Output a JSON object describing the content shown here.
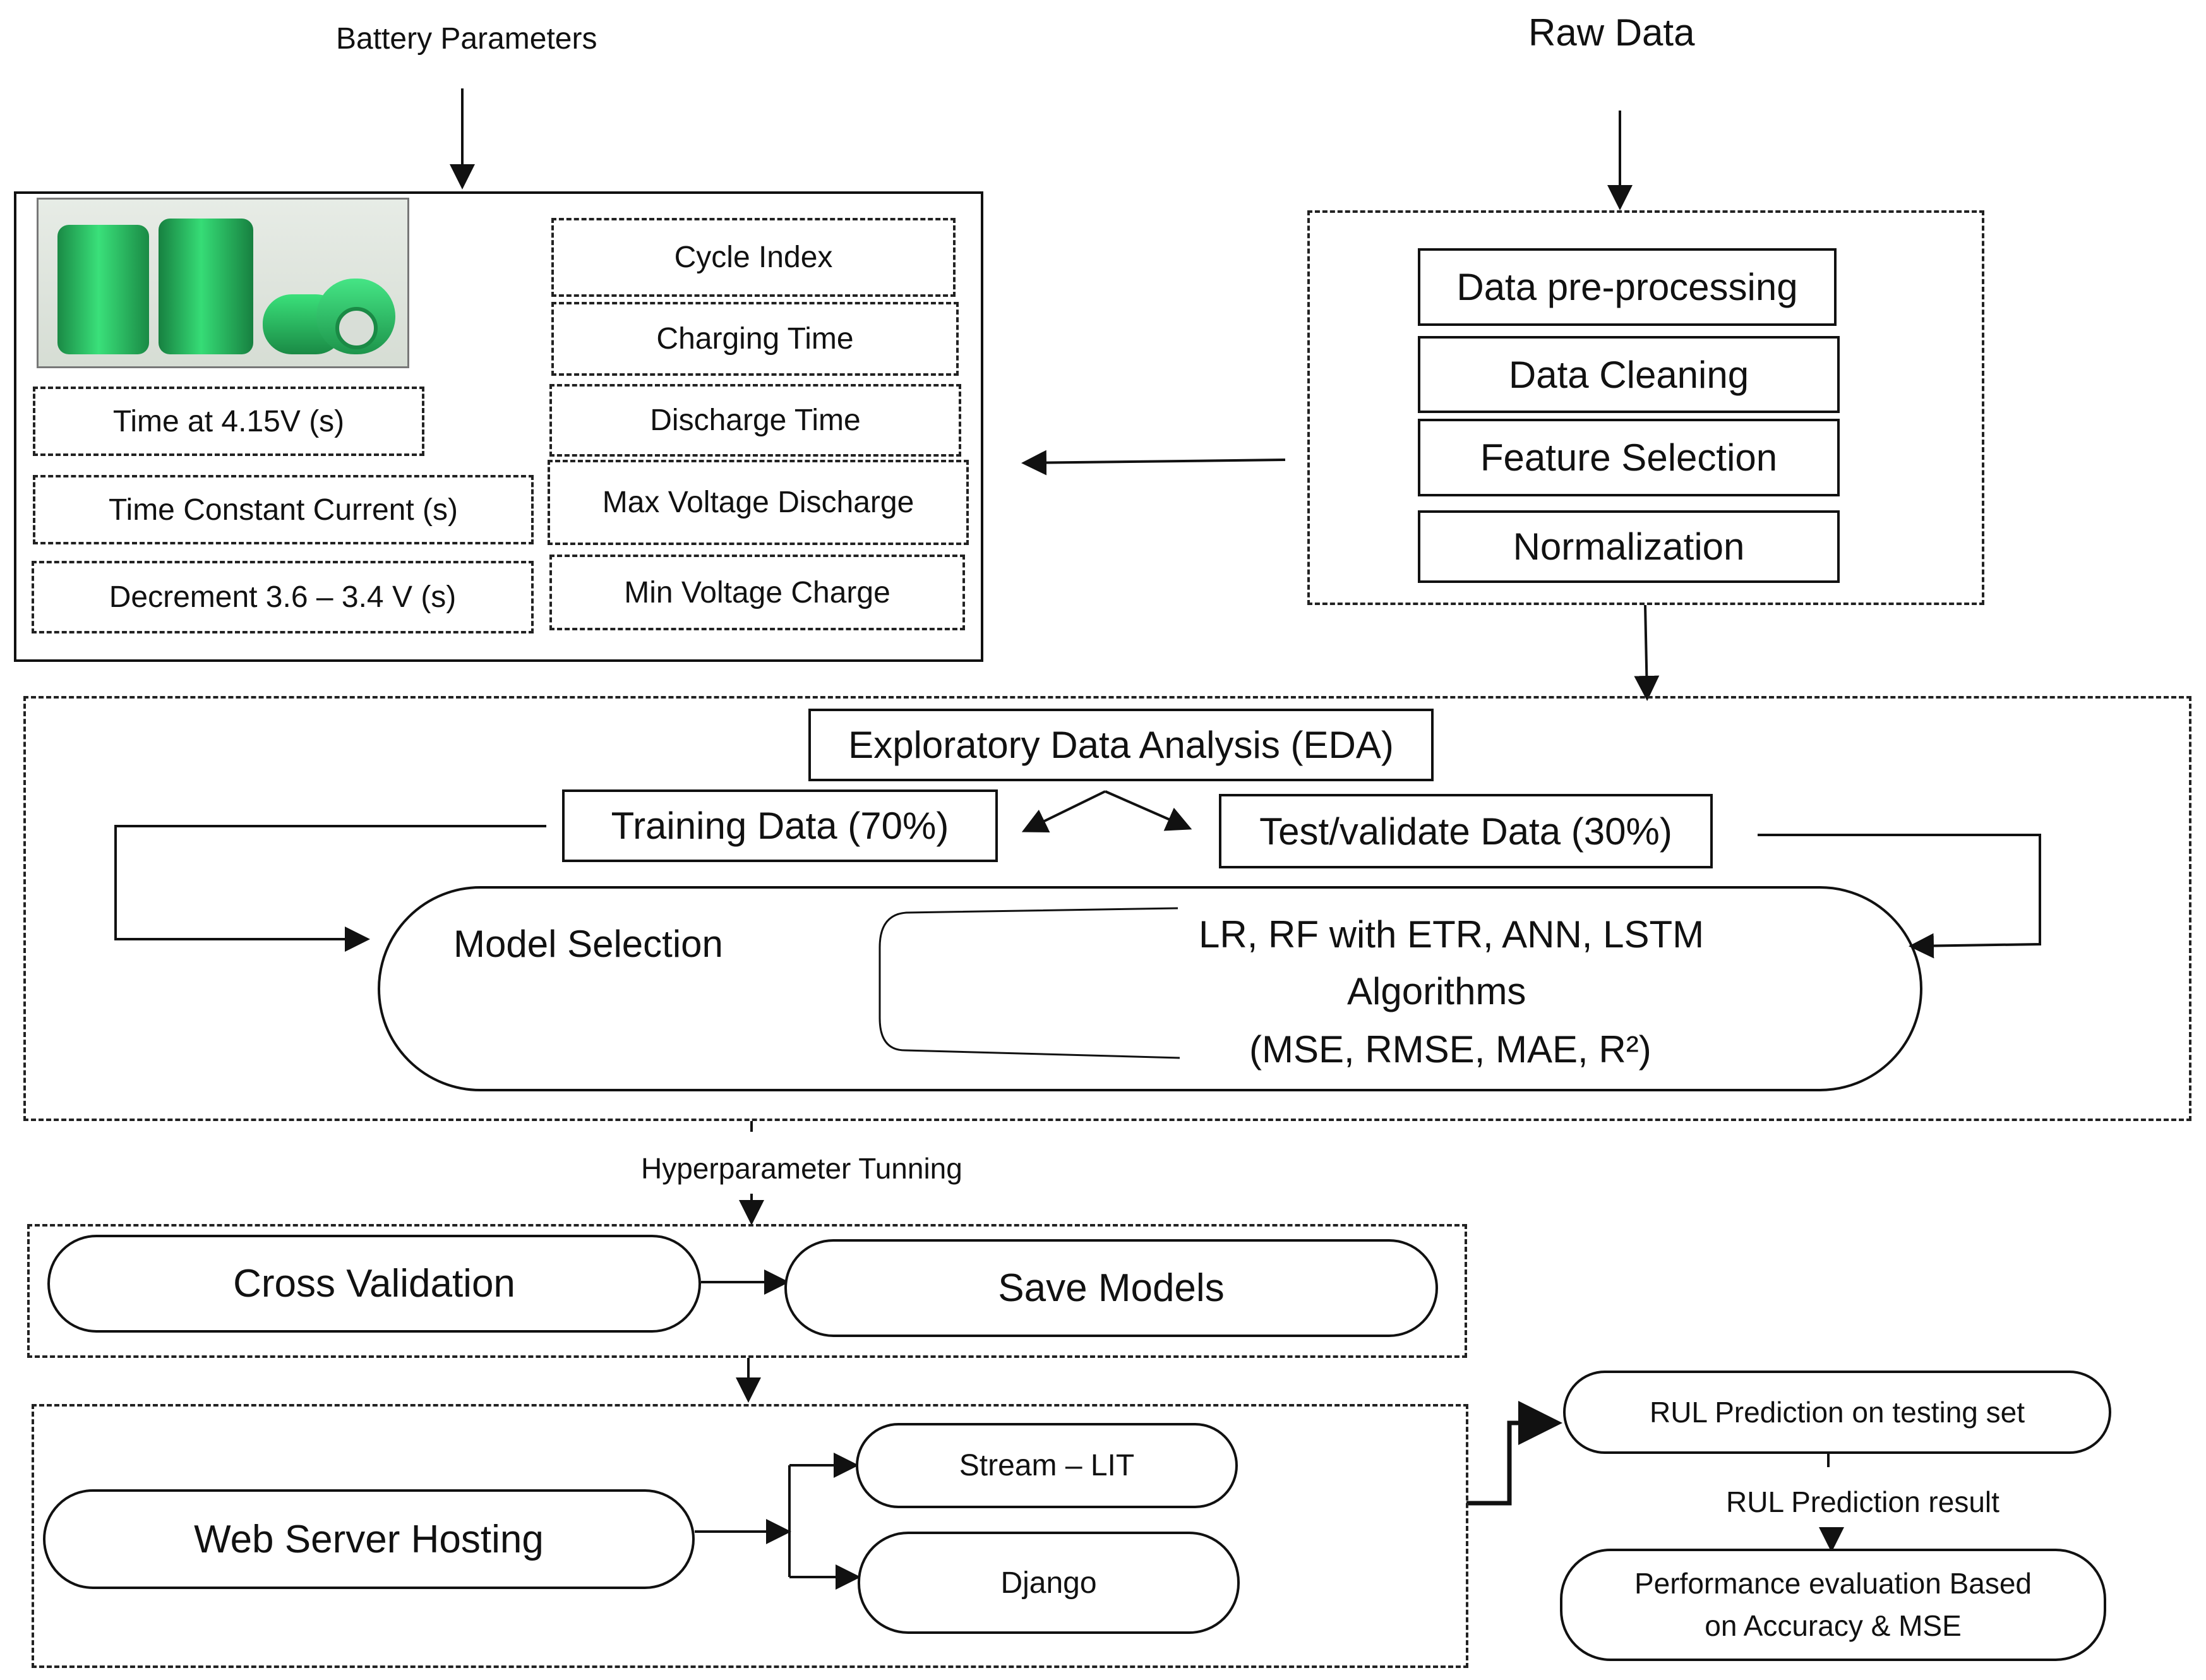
{
  "inputs": {
    "battery_parameters": "Battery Parameters",
    "raw_data": "Raw Data"
  },
  "battery_panel": {
    "left_params": [
      "Time at 4.15V (s)",
      "Time Constant Current (s)",
      "Decrement 3.6 – 3.4 V (s)"
    ],
    "right_params": [
      "Cycle Index",
      "Charging Time",
      "Discharge Time",
      "Max Voltage Discharge",
      "Min Voltage Charge"
    ]
  },
  "preprocessing": {
    "steps": [
      "Data pre-processing",
      "Data Cleaning",
      "Feature Selection",
      "Normalization"
    ]
  },
  "modeling": {
    "eda": "Exploratory Data Analysis (EDA)",
    "training": "Training Data (70%)",
    "test": "Test/validate Data (30%)",
    "model_selection": "Model Selection",
    "algorithms_line1": "LR, RF with ETR, ANN, LSTM",
    "algorithms_line2": "Algorithms",
    "algorithms_line3": "(MSE, RMSE, MAE, R²)"
  },
  "tuning": {
    "label": "Hyperparameter Tunning",
    "cross_validation": "Cross Validation",
    "save_models": "Save Models"
  },
  "deployment": {
    "web_server": "Web Server Hosting",
    "streamlit": "Stream – LIT",
    "django": "Django"
  },
  "prediction": {
    "rul_testing": "RUL Prediction on testing set",
    "rul_result": "RUL Prediction result",
    "performance_line1": "Performance evaluation Based",
    "performance_line2": "on Accuracy & MSE"
  },
  "colors": {
    "line": "#111111",
    "battery_green": "#2fcf6a",
    "battery_dark": "#1a8a45"
  }
}
